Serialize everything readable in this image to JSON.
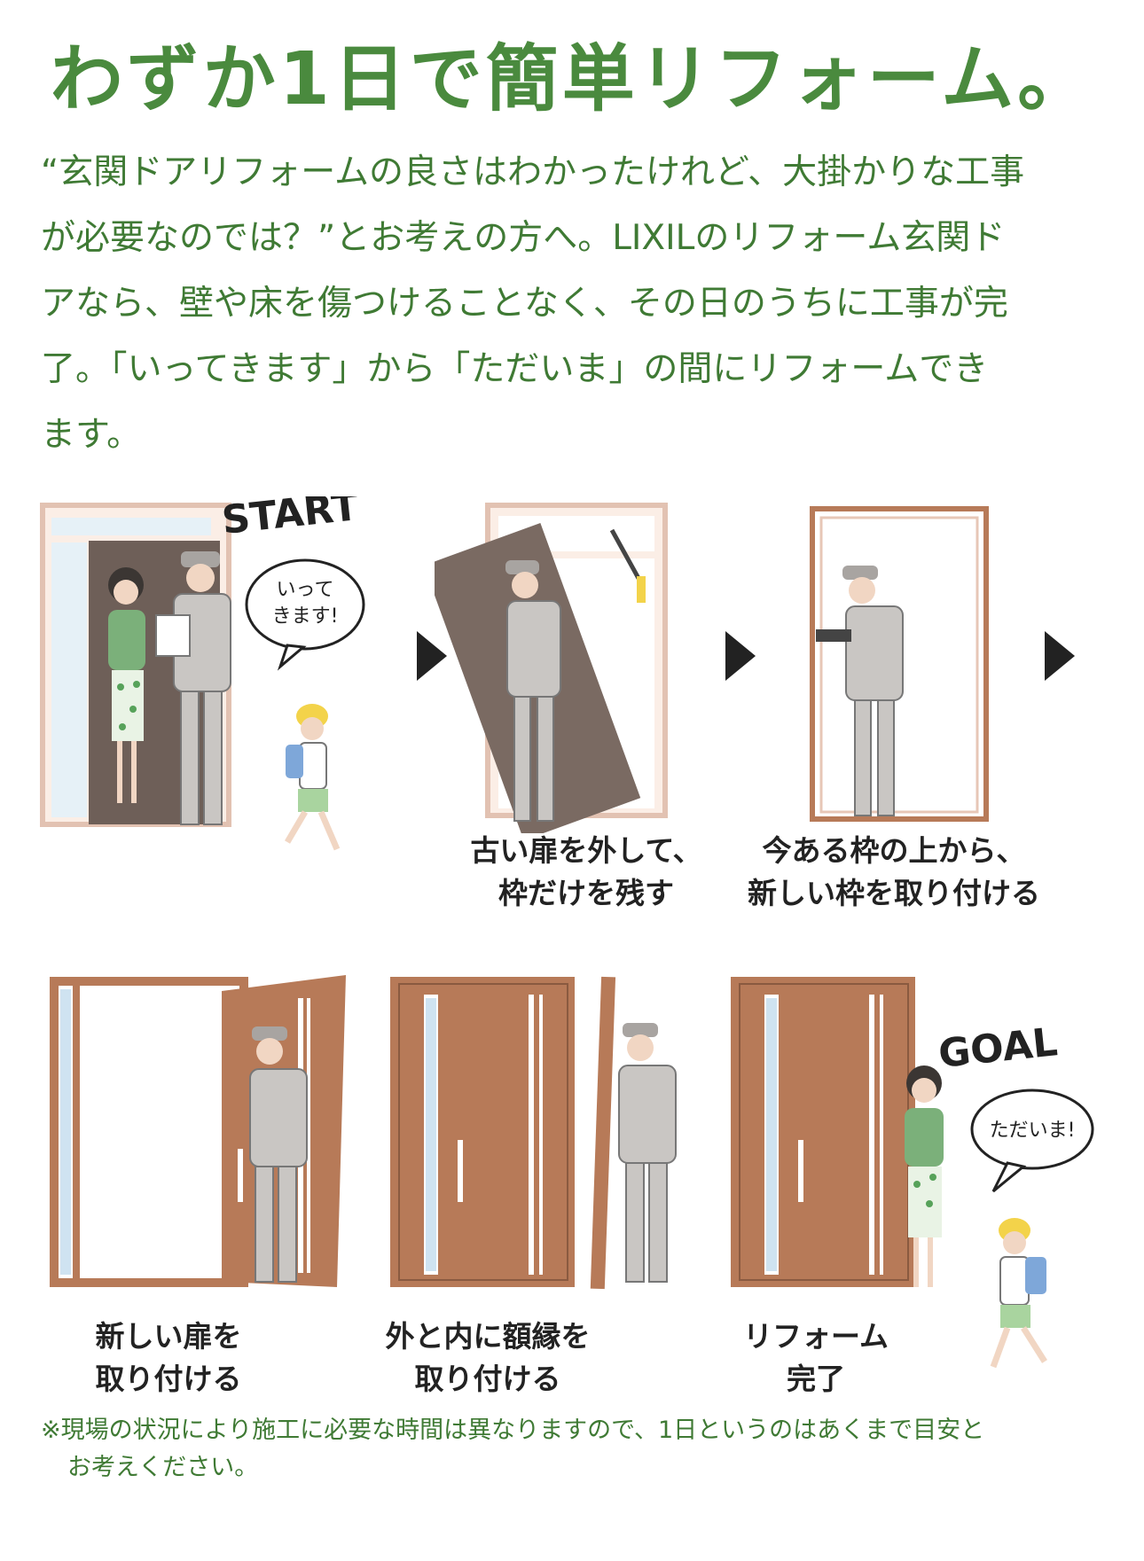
{
  "title": "わずか1日で簡単リフォーム。",
  "intro": {
    "line1": "“玄関ドアリフォームの良さはわかったけれど、大掛かりな工事",
    "line2": "が必要なのでは？”とお考えの方へ。LIXILのリフォーム玄関ド",
    "line3": "アなら、壁や床を傷つけることなく、その日のうちに工事が完",
    "line4": "了。「いってきます」から「ただいま」の間にリフォームでき",
    "line5": "ます。"
  },
  "steps": {
    "start_label": "START",
    "start_bubble_line1": "いって",
    "start_bubble_line2": "きます!",
    "step2_line1": "古い扉を外して、",
    "step2_line2": "枠だけを残す",
    "step3_line1": "今ある枠の上から、",
    "step3_line2": "新しい枠を取り付ける",
    "step4_line1": "新しい扉を",
    "step4_line2": "取り付ける",
    "step5_line1": "外と内に額縁を",
    "step5_line2": "取り付ける",
    "step6_line1": "リフォーム",
    "step6_line2": "完了",
    "goal_label": "GOAL",
    "goal_bubble": "ただいま!"
  },
  "note": {
    "line1": "※現場の状況により施工に必要な時間は異なりますので、1日というのはあくまで目安と",
    "line2": "お考えください。"
  },
  "colors": {
    "title_green": "#4a8a3e",
    "text_green": "#3f7a34",
    "door_brown": "#b77a58",
    "frame_pink": "#e6c6b6",
    "dark_door": "#6e5f58"
  }
}
